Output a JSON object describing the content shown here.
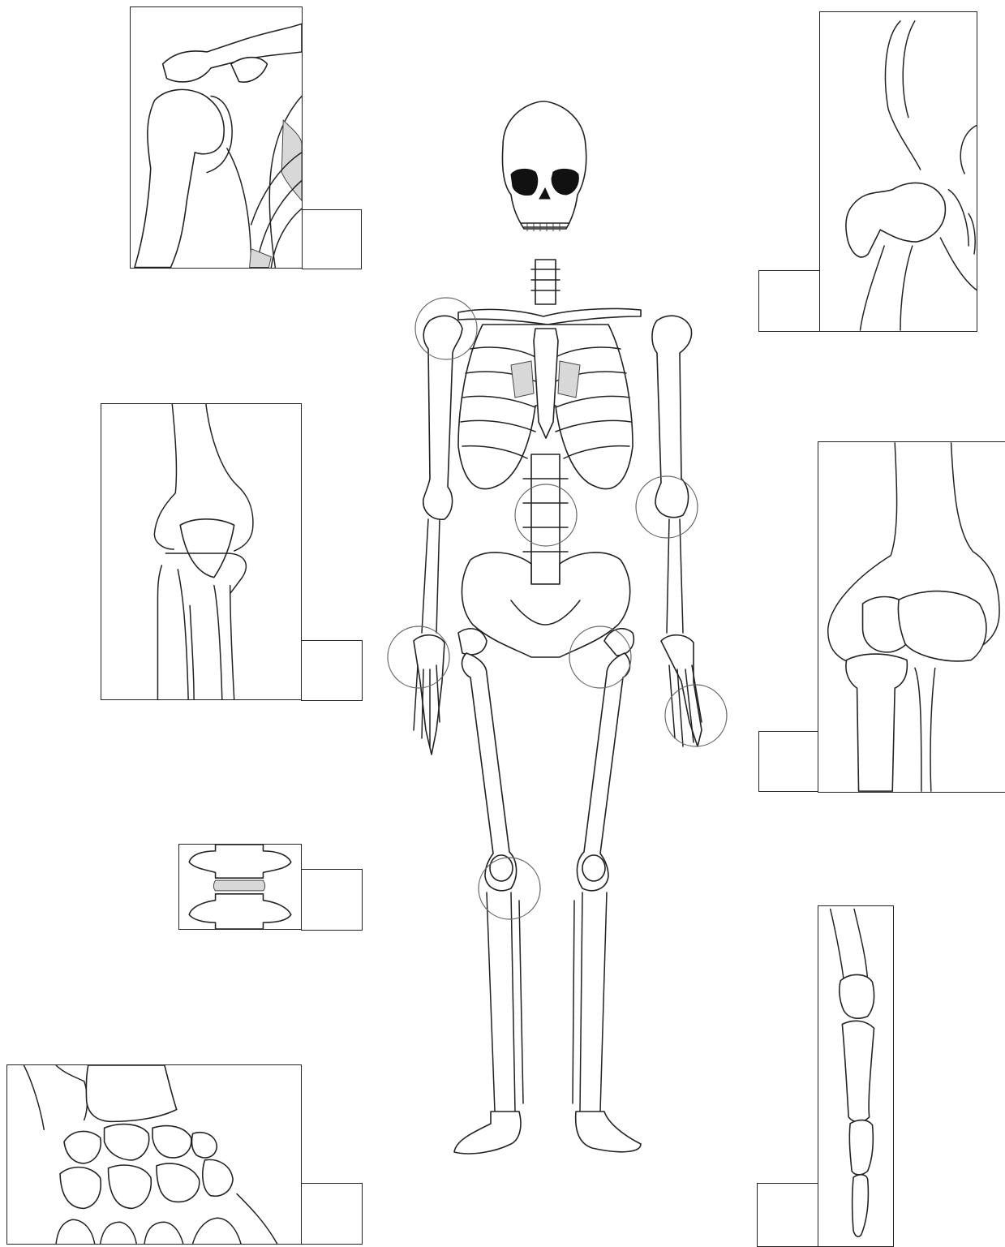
{
  "figure": {
    "subject": "human-skeleton",
    "panels": [
      {
        "id": "shoulder",
        "joint": "shoulder-joint-icon",
        "answer": ""
      },
      {
        "id": "hip",
        "joint": "hip-joint-icon",
        "answer": ""
      },
      {
        "id": "elbow",
        "joint": "elbow-joint-icon",
        "answer": ""
      },
      {
        "id": "knee",
        "joint": "knee-joint-icon",
        "answer": ""
      },
      {
        "id": "vertebrae",
        "joint": "vertebrae-joint-icon",
        "answer": ""
      },
      {
        "id": "finger",
        "joint": "finger-joint-icon",
        "answer": ""
      },
      {
        "id": "wrist",
        "joint": "wrist-joint-icon",
        "answer": ""
      }
    ],
    "highlight_rings": [
      "shoulder",
      "elbow",
      "spine",
      "wrist",
      "hip",
      "finger",
      "knee"
    ],
    "colors": {
      "outline": "#222222",
      "cartilage": "#d8d8d8",
      "ring": "#666666",
      "paper": "#ffffff"
    }
  }
}
